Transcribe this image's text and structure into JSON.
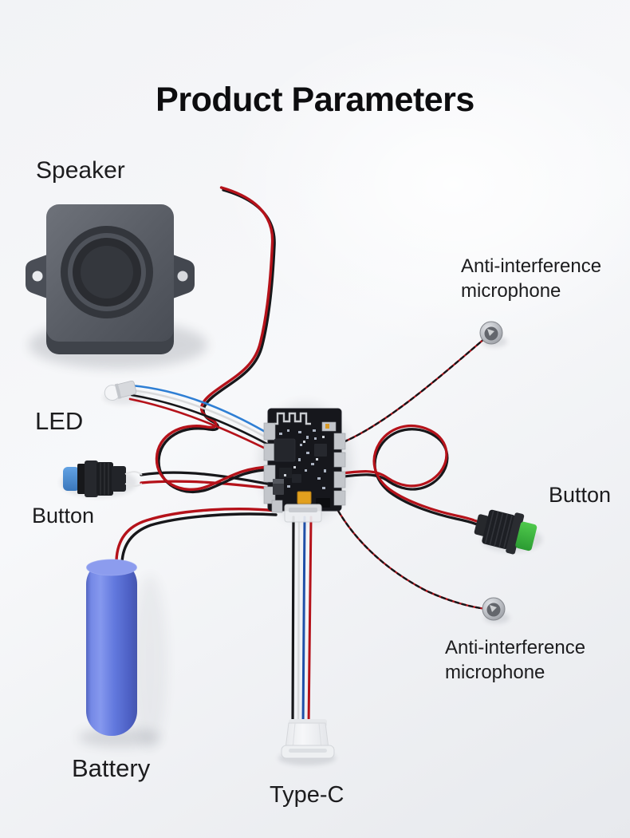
{
  "title": "Product Parameters",
  "labels": {
    "speaker": "Speaker",
    "led": "LED",
    "button_left": "Button",
    "button_right": "Button",
    "battery": "Battery",
    "type_c": "Type-C",
    "mic_top": {
      "line1": "Anti-interference",
      "line2": "microphone"
    },
    "mic_bottom": {
      "line1": "Anti-interference",
      "line2": "microphone"
    }
  },
  "colors": {
    "bg_top": "#f2f3f6",
    "bg_bottom": "#e7e9ed",
    "title_text": "#0d0d0f",
    "label_text": "#1c1c1e",
    "wire_red": "#b5121a",
    "wire_black": "#17171a",
    "wire_blue": "#2f7fd4",
    "wire_white": "#d9dadc",
    "speaker_gray": "#565a62",
    "pcb_black": "#16171c",
    "pcb_pad_silver": "#c3c6cb",
    "pcb_component_yellow": "#e2a01e",
    "battery_blue": "#5b74dc",
    "button_cap_blue": "#4a8ed6",
    "button_cap_green": "#3cb83f",
    "mic_silver": "#b9bcc1",
    "connector_white": "#f2f3f5"
  }
}
